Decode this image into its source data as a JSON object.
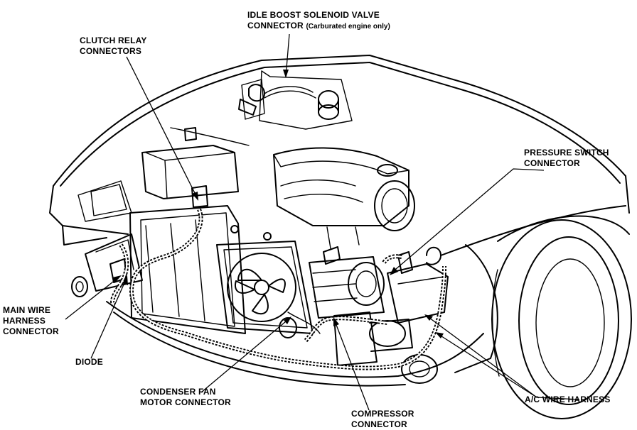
{
  "colors": {
    "ink": "#000000",
    "paper": "#ffffff"
  },
  "labels": {
    "idle_boost_line1": "IDLE BOOST SOLENOID VALVE",
    "idle_boost_line2": "CONNECTOR",
    "idle_boost_note": "(Carburated engine only)",
    "clutch_relay_line1": "CLUTCH RELAY",
    "clutch_relay_line2": "CONNECTORS",
    "pressure_switch_line1": "PRESSURE SWITCH",
    "pressure_switch_line2": "CONNECTOR",
    "main_wire_line1": "MAIN WIRE",
    "main_wire_line2": "HARNESS",
    "main_wire_line3": "CONNECTOR",
    "diode": "DIODE",
    "condenser_fan_line1": "CONDENSER FAN",
    "condenser_fan_line2": "MOTOR CONNECTOR",
    "compressor_line1": "COMPRESSOR",
    "compressor_line2": "CONNECTOR",
    "ac_harness": "A/C WIRE HARNESS"
  }
}
